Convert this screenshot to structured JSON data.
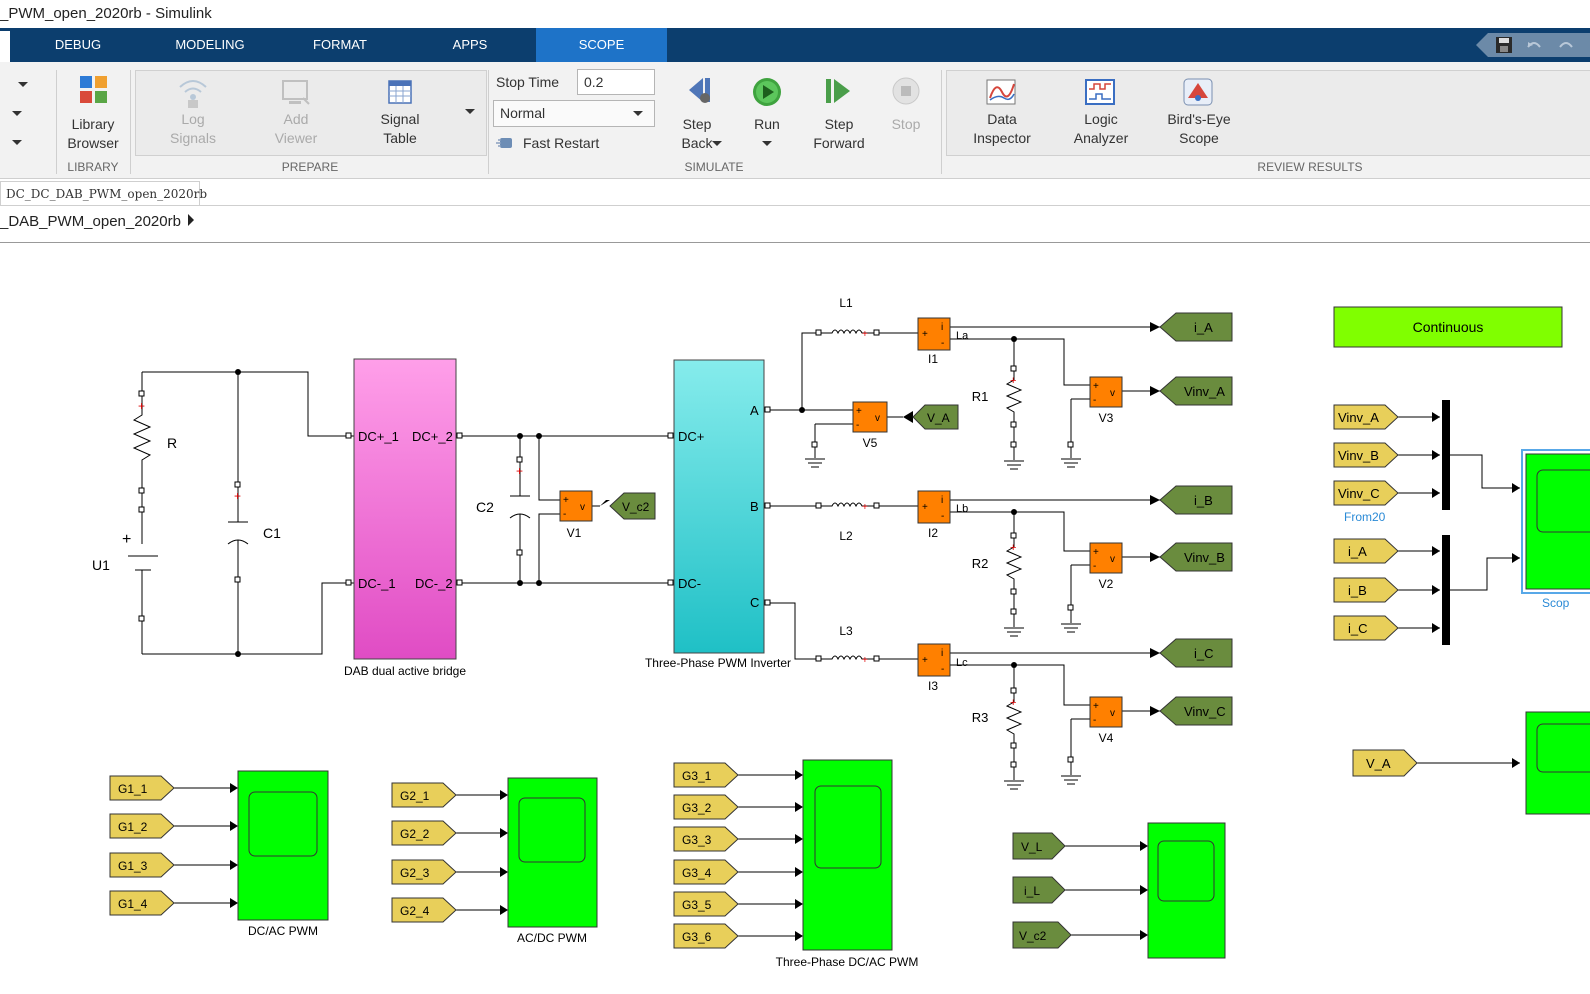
{
  "window": {
    "title": "_PWM_open_2020rb - Simulink"
  },
  "tabs": [
    {
      "label": "DEBUG",
      "active": false
    },
    {
      "label": "MODELING",
      "active": false
    },
    {
      "label": "FORMAT",
      "active": false
    },
    {
      "label": "APPS",
      "active": false
    },
    {
      "label": "SCOPE",
      "active": true
    }
  ],
  "toolstrip": {
    "library": {
      "label1": "Library",
      "label2": "Browser",
      "group": "LIBRARY"
    },
    "prepare": {
      "log": {
        "label1": "Log",
        "label2": "Signals"
      },
      "add": {
        "label1": "Add",
        "label2": "Viewer"
      },
      "signal": {
        "label1": "Signal",
        "label2": "Table"
      },
      "group": "PREPARE"
    },
    "simulate": {
      "stop_time_label": "Stop Time",
      "stop_time_value": "0.2",
      "mode_value": "Normal",
      "fast_restart": "Fast Restart",
      "step_back": {
        "label1": "Step",
        "label2": "Back"
      },
      "run": "Run",
      "step_forward": {
        "label1": "Step",
        "label2": "Forward"
      },
      "stop": "Stop",
      "group": "SIMULATE"
    },
    "review": {
      "data": {
        "label1": "Data",
        "label2": "Inspector"
      },
      "logic": {
        "label1": "Logic",
        "label2": "Analyzer"
      },
      "birds": {
        "label1": "Bird's-Eye",
        "label2": "Scope"
      },
      "group": "REVIEW RESULTS"
    }
  },
  "doc_tab": "DC_DC_DAB_PWM_open_2020rb",
  "breadcrumb": "_DAB_PWM_open_2020rb",
  "model": {
    "source_label": "U1",
    "resistor_r": "R",
    "cap_c1": "C1",
    "cap_c2": "C2",
    "dab": {
      "name": "DAB dual active bridge",
      "p1": "DC+_1",
      "p2": "DC+_2",
      "n1": "DC-_1",
      "n2": "DC-_2"
    },
    "inverter": {
      "name": "Three-Phase PWM Inverter",
      "dcp": "DC+",
      "dcn": "DC-",
      "a": "A",
      "b": "B",
      "c": "C"
    },
    "inductors": [
      "L1",
      "L2",
      "L3"
    ],
    "resistors": [
      "R1",
      "R2",
      "R3"
    ],
    "current_meters": [
      "I1",
      "I2",
      "I3"
    ],
    "current_ports": [
      "La",
      "Lb",
      "Lc"
    ],
    "voltmeters": {
      "v1": "V1",
      "v2": "V2",
      "v3": "V3",
      "v4": "V4",
      "v5": "V5"
    },
    "goto_tags": {
      "i_a": "i_A",
      "i_b": "i_B",
      "i_c": "i_C",
      "vinv_a": "Vinv_A",
      "vinv_b": "Vinv_B",
      "vinv_c": "Vinv_C",
      "v_a": "V_A",
      "v_c2": "V_c2"
    },
    "powergui": "Continuous",
    "from_right": [
      "Vinv_A",
      "Vinv_B",
      "Vinv_C",
      "i_A",
      "i_B",
      "i_C"
    ],
    "from20_label": "From20",
    "scope_label": "Scop",
    "v_a_from": "V_A",
    "g1": [
      "G1_1",
      "G1_2",
      "G1_3",
      "G1_4"
    ],
    "g2": [
      "G2_1",
      "G2_2",
      "G2_3",
      "G2_4"
    ],
    "g3": [
      "G3_1",
      "G3_2",
      "G3_3",
      "G3_4",
      "G3_5",
      "G3_6"
    ],
    "vl_group": [
      "V_L",
      "i_L",
      "V_c2"
    ],
    "scope_names": {
      "dcac": "DC/AC PWM",
      "acdc": "AC/DC PWM",
      "three": "Three-Phase DC/AC  PWM"
    }
  },
  "colors": {
    "tab_bar": "#0c3e6e",
    "tab_active": "#1e73c8",
    "dab": "#f37fd8",
    "inverter": "#3fd6d6",
    "scope": "#00ff00",
    "powergui": "#80ff00",
    "from_tag": "#e8cf5a",
    "goto_tag": "#6a8c3e",
    "meter": "#ff7f00"
  }
}
